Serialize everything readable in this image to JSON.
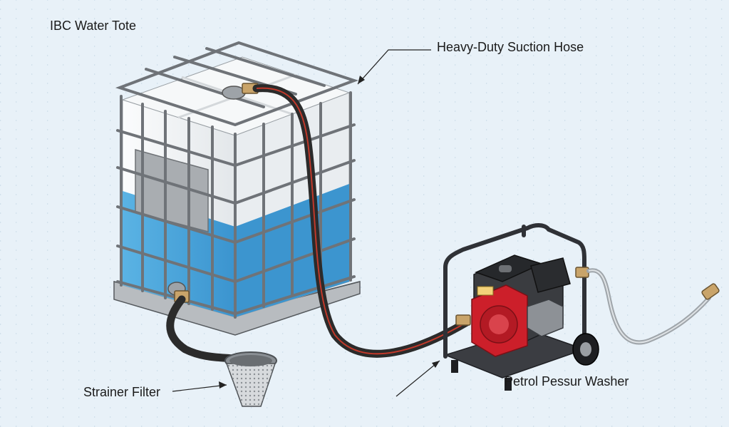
{
  "labels": {
    "ibc_tote": "IBC Water Tote",
    "suction_hose": "Heavy-Duty Suction Hose",
    "strainer": "Strainer Filter",
    "pressure_washer": "Petrol Pessur Washer"
  },
  "colors": {
    "water": "#4ba6dc",
    "tank_white": "#f2f4f6",
    "cage": "#6f7378",
    "hose": "#2b2b2b",
    "hose_stripe": "#c0392b",
    "engine_red": "#cc1f2a",
    "frame": "#2f3136",
    "brass": "#c9a46a"
  }
}
